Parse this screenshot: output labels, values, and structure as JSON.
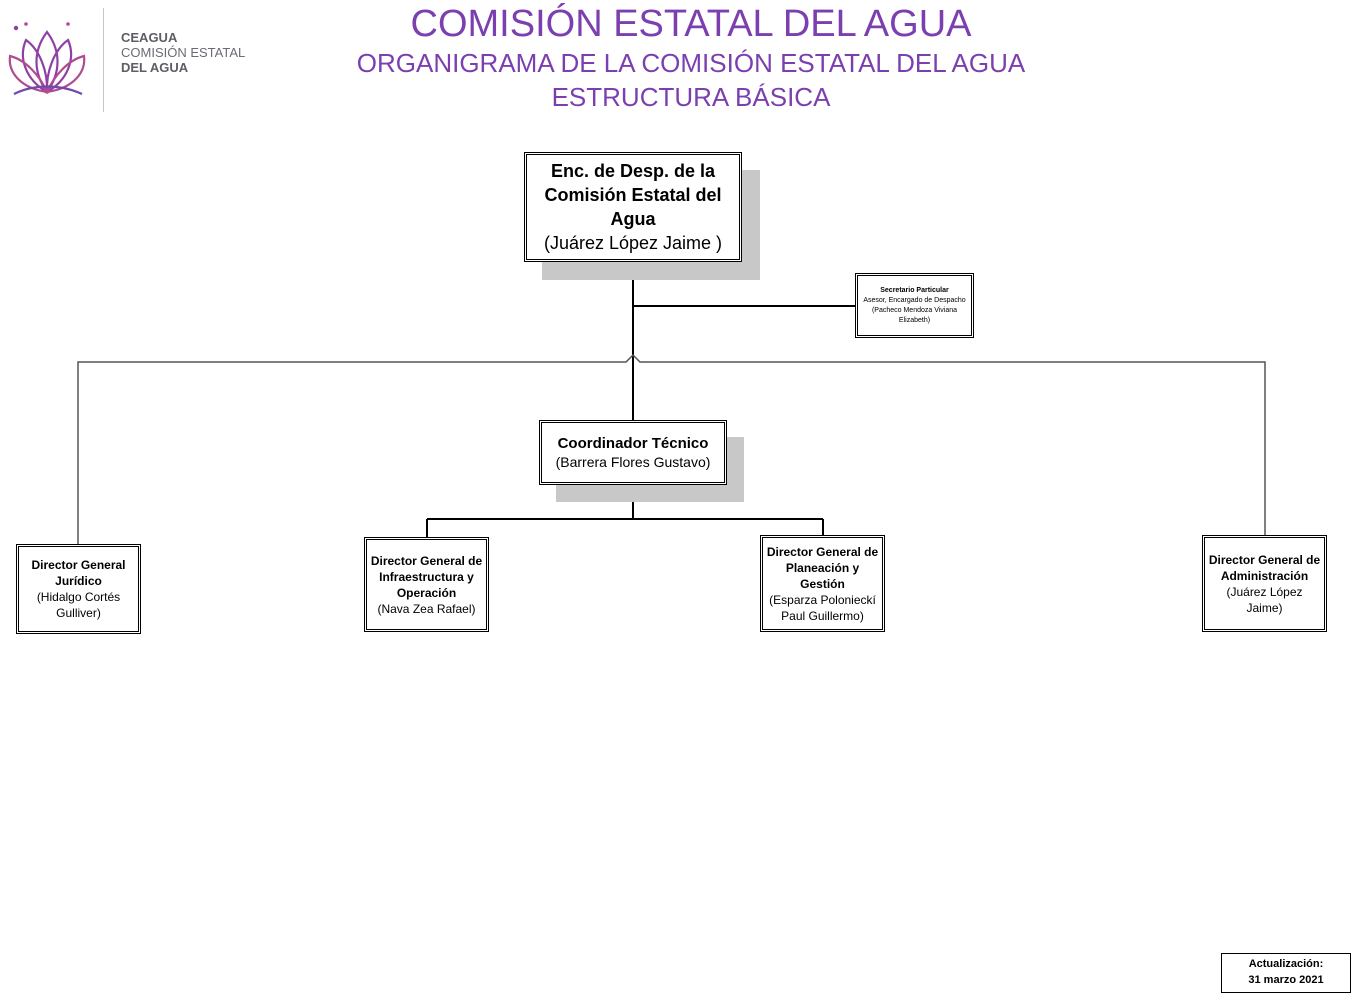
{
  "brand": {
    "line1": "CEAGUA",
    "line2": "COMISIÓN ESTATAL",
    "line3": "DEL AGUA",
    "accent_color": "#7b3fb0",
    "icon": "lotus-logo-icon"
  },
  "header": {
    "title": "COMISIÓN ESTATAL DEL AGUA",
    "subtitle": "ORGANIGRAMA DE LA COMISIÓN ESTATAL DEL AGUA",
    "subtitle2": "ESTRUCTURA BÁSICA"
  },
  "org": {
    "head": {
      "title": "Enc. de Desp. de la Comisión Estatal del Agua",
      "name": "(Juárez López Jaime )"
    },
    "secretary": {
      "title": "Secretario Particular",
      "name": "Asesor, Encargado de Despacho (Pacheco Mendoza Viviana Elizabeth)"
    },
    "coordinator": {
      "title": "Coordinador Técnico",
      "name": "(Barrera Flores Gustavo)"
    },
    "directors": [
      {
        "title": "Director General Jurídico",
        "name": "(Hidalgo Cortés Gulliver)"
      },
      {
        "title": "Director General de Infraestructura y Operación",
        "name": "(Nava Zea Rafael)"
      },
      {
        "title": "Director General de Planeación y Gestión",
        "name": "(Esparza Polonieckí Paul Guillermo)"
      },
      {
        "title": "Director General de Administración",
        "name": "(Juárez López Jaime)"
      }
    ]
  },
  "footer": {
    "update_label": "Actualización:",
    "update_date": "31 marzo 2021"
  }
}
